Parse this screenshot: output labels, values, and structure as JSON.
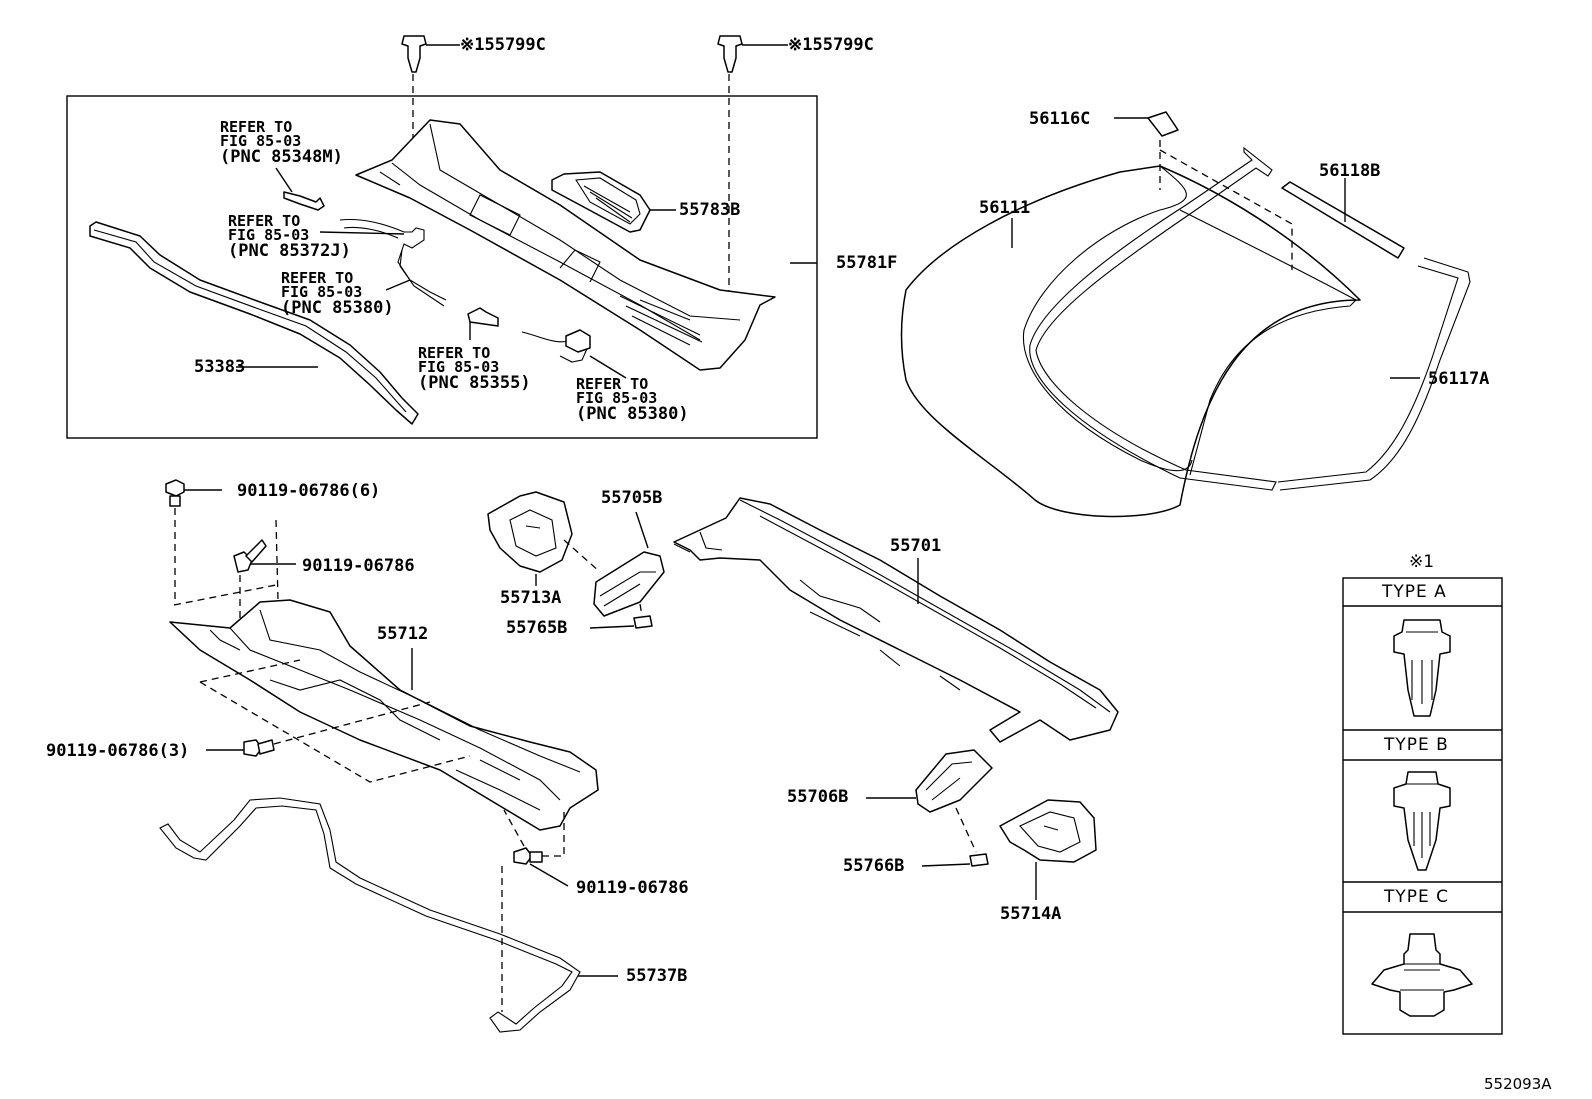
{
  "labels": {
    "clip_top_left": "※155799C",
    "clip_top_right": "※155799C",
    "p55781F": "55781F",
    "p55783B": "55783B",
    "p53383": "53383",
    "p56116C": "56116C",
    "p56111": "56111",
    "p56118B": "56118B",
    "p56117A": "56117A",
    "b90119_6": "90119-06786(6)",
    "b90119_a": "90119-06786",
    "b90119_3": "90119-06786(3)",
    "b90119_b": "90119-06786",
    "p55712": "55712",
    "p55737B": "55737B",
    "p55705B": "55705B",
    "p55713A": "55713A",
    "p55765B": "55765B",
    "p55701": "55701",
    "p55706B": "55706B",
    "p55766B": "55766B",
    "p55714A": "55714A",
    "figure_id": "552093A"
  },
  "refs": {
    "r1": {
      "l1": "REFER TO",
      "l2": "FIG 85-03",
      "l3": "(PNC 85348M)"
    },
    "r2": {
      "l1": "REFER TO",
      "l2": "FIG 85-03",
      "l3": "(PNC 85372J)"
    },
    "r3": {
      "l1": "REFER TO",
      "l2": "FIG 85-03",
      "l3": "(PNC 85380)"
    },
    "r4": {
      "l1": "REFER TO",
      "l2": "FIG 85-03",
      "l3": "(PNC 85355)"
    },
    "r5": {
      "l1": "REFER TO",
      "l2": "FIG 85-03",
      "l3": "(PNC 85380)"
    }
  },
  "legend": {
    "note": "※1",
    "type_a": "TYPE A",
    "type_b": "TYPE B",
    "type_c": "TYPE C"
  },
  "colors": {
    "line": "#000000",
    "background": "#ffffff"
  }
}
